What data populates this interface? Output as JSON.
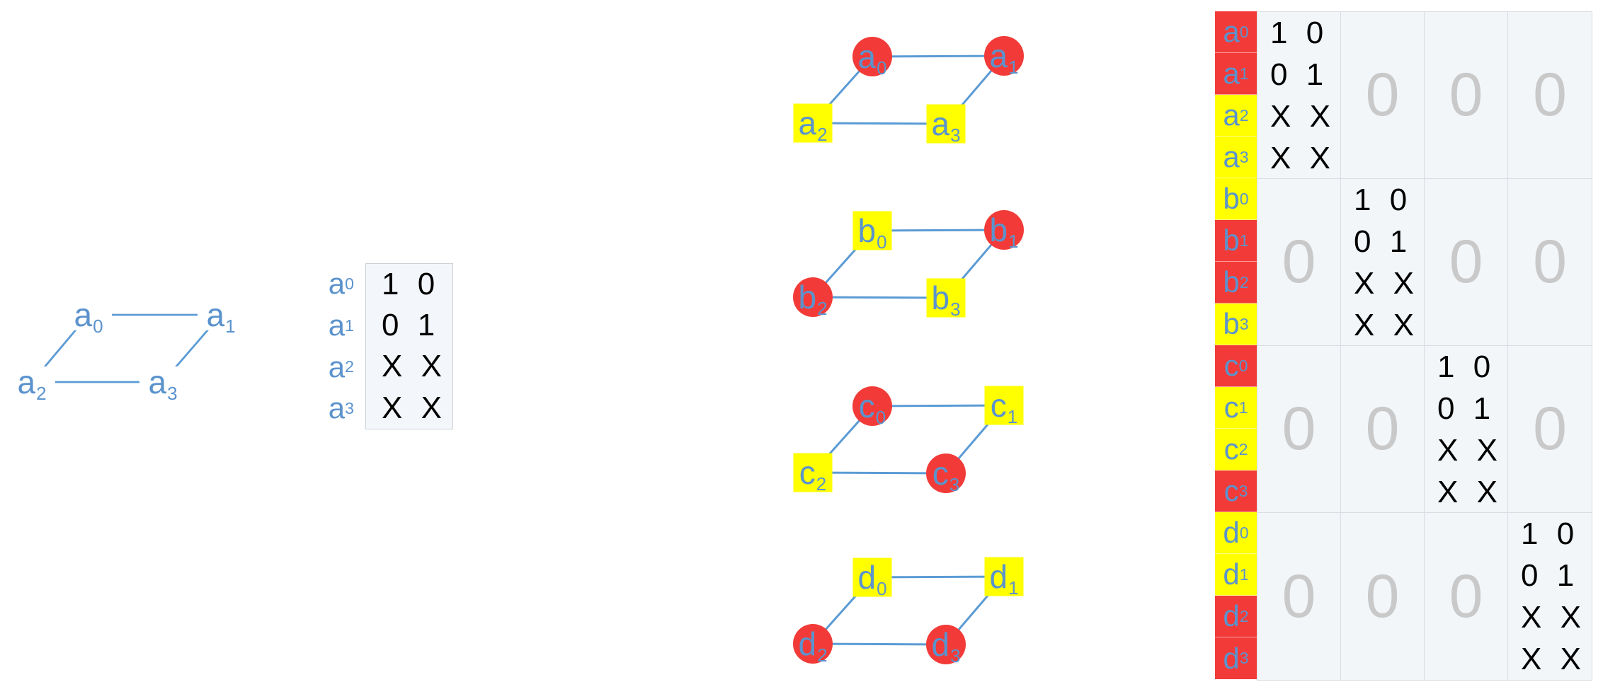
{
  "palette": {
    "node_red": "#f23b38",
    "node_yellow": "#ffff00",
    "label_blue": "#5b93cd",
    "edge_blue": "#5b9bd5",
    "matrix_cell_bg": "#f2f6f9",
    "small_box_bg": "#f3f6fa",
    "grid_line": "#d9dde1",
    "small_box_border": "#ccd1d6",
    "zero_gray": "#c9c9c9",
    "text_black": "#000000",
    "page_bg": "#ffffff"
  },
  "left_graph": {
    "nodes": [
      {
        "id": "a0",
        "base": "a",
        "sub": "0"
      },
      {
        "id": "a1",
        "base": "a",
        "sub": "1"
      },
      {
        "id": "a2",
        "base": "a",
        "sub": "2"
      },
      {
        "id": "a3",
        "base": "a",
        "sub": "3"
      }
    ],
    "edges": [
      [
        "a0",
        "a1"
      ],
      [
        "a0",
        "a2"
      ],
      [
        "a1",
        "a3"
      ],
      [
        "a2",
        "a3"
      ]
    ]
  },
  "small_matrix": {
    "row_labels": [
      {
        "base": "a",
        "sub": "0"
      },
      {
        "base": "a",
        "sub": "1"
      },
      {
        "base": "a",
        "sub": "2"
      },
      {
        "base": "a",
        "sub": "3"
      }
    ],
    "rows": [
      "1 0",
      "0 1",
      "X X",
      "X X"
    ]
  },
  "graphs": [
    {
      "id": "a",
      "nodes": [
        {
          "base": "a",
          "sub": "0",
          "shape": "circle",
          "color": "red"
        },
        {
          "base": "a",
          "sub": "1",
          "shape": "circle",
          "color": "red"
        },
        {
          "base": "a",
          "sub": "2",
          "shape": "square",
          "color": "yellow"
        },
        {
          "base": "a",
          "sub": "3",
          "shape": "square",
          "color": "yellow"
        }
      ],
      "edges": [
        [
          0,
          1
        ],
        [
          0,
          2
        ],
        [
          1,
          3
        ],
        [
          2,
          3
        ]
      ]
    },
    {
      "id": "b",
      "nodes": [
        {
          "base": "b",
          "sub": "0",
          "shape": "square",
          "color": "yellow"
        },
        {
          "base": "b",
          "sub": "1",
          "shape": "circle",
          "color": "red"
        },
        {
          "base": "b",
          "sub": "2",
          "shape": "circle",
          "color": "red"
        },
        {
          "base": "b",
          "sub": "3",
          "shape": "square",
          "color": "yellow"
        }
      ],
      "edges": [
        [
          0,
          1
        ],
        [
          0,
          2
        ],
        [
          1,
          3
        ],
        [
          2,
          3
        ]
      ]
    },
    {
      "id": "c",
      "nodes": [
        {
          "base": "c",
          "sub": "0",
          "shape": "circle",
          "color": "red"
        },
        {
          "base": "c",
          "sub": "1",
          "shape": "square",
          "color": "yellow"
        },
        {
          "base": "c",
          "sub": "2",
          "shape": "square",
          "color": "yellow"
        },
        {
          "base": "c",
          "sub": "3",
          "shape": "circle",
          "color": "red"
        }
      ],
      "edges": [
        [
          0,
          1
        ],
        [
          0,
          2
        ],
        [
          1,
          3
        ],
        [
          2,
          3
        ]
      ]
    },
    {
      "id": "d",
      "nodes": [
        {
          "base": "d",
          "sub": "0",
          "shape": "square",
          "color": "yellow"
        },
        {
          "base": "d",
          "sub": "1",
          "shape": "square",
          "color": "yellow"
        },
        {
          "base": "d",
          "sub": "2",
          "shape": "circle",
          "color": "red"
        },
        {
          "base": "d",
          "sub": "3",
          "shape": "circle",
          "color": "red"
        }
      ],
      "edges": [
        [
          0,
          1
        ],
        [
          0,
          2
        ],
        [
          1,
          3
        ],
        [
          2,
          3
        ]
      ]
    }
  ],
  "big_matrix": {
    "row_labels": [
      {
        "base": "a",
        "sub": "0",
        "color": "red"
      },
      {
        "base": "a",
        "sub": "1",
        "color": "red"
      },
      {
        "base": "a",
        "sub": "2",
        "color": "yellow"
      },
      {
        "base": "a",
        "sub": "3",
        "color": "yellow"
      },
      {
        "base": "b",
        "sub": "0",
        "color": "yellow"
      },
      {
        "base": "b",
        "sub": "1",
        "color": "red"
      },
      {
        "base": "b",
        "sub": "2",
        "color": "red"
      },
      {
        "base": "b",
        "sub": "3",
        "color": "yellow"
      },
      {
        "base": "c",
        "sub": "0",
        "color": "red"
      },
      {
        "base": "c",
        "sub": "1",
        "color": "yellow"
      },
      {
        "base": "c",
        "sub": "2",
        "color": "yellow"
      },
      {
        "base": "c",
        "sub": "3",
        "color": "red"
      },
      {
        "base": "d",
        "sub": "0",
        "color": "yellow"
      },
      {
        "base": "d",
        "sub": "1",
        "color": "yellow"
      },
      {
        "base": "d",
        "sub": "2",
        "color": "red"
      },
      {
        "base": "d",
        "sub": "3",
        "color": "red"
      }
    ],
    "column_groups": [
      "a",
      "b",
      "c",
      "d"
    ],
    "block_layout": [
      [
        "diag",
        "zero",
        "zero",
        "zero"
      ],
      [
        "zero",
        "diag",
        "zero",
        "zero"
      ],
      [
        "zero",
        "zero",
        "diag",
        "zero"
      ],
      [
        "zero",
        "zero",
        "zero",
        "diag"
      ]
    ],
    "diag_rows": [
      "1 0",
      "0 1",
      "X X",
      "X X"
    ],
    "zero_text": "0"
  }
}
